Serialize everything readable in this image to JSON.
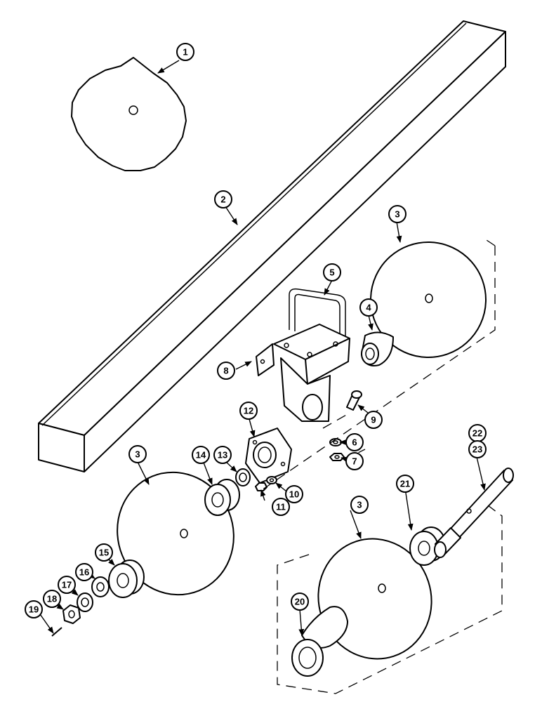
{
  "callouts": {
    "c1": "1",
    "c2": "2",
    "c3a": "3",
    "c3b": "3",
    "c3c": "3",
    "c4": "4",
    "c5": "5",
    "c6": "6",
    "c7": "7",
    "c8": "8",
    "c9": "9",
    "c10": "10",
    "c11": "11",
    "c12": "12",
    "c13": "13",
    "c14": "14",
    "c15": "15",
    "c16": "16",
    "c17": "17",
    "c18": "18",
    "c19": "19",
    "c20": "20",
    "c21": "21",
    "c22": "22",
    "c23": "23"
  }
}
